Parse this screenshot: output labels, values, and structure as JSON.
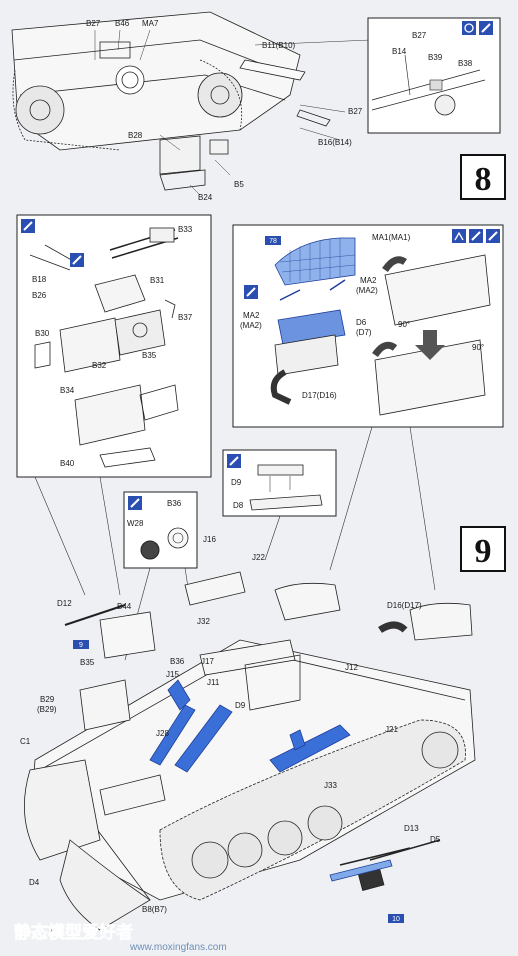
{
  "steps": {
    "step_a": "8",
    "step_b": "9"
  },
  "labels": {
    "b27_top": "B27",
    "b46": "B46",
    "ma7": "MA7",
    "b11": "B11(B10)",
    "b27_mid": "B27",
    "b16": "B16(B14)",
    "b28": "B28",
    "b5": "B5",
    "b24": "B24",
    "inset_b27": "B27",
    "inset_b14": "B14",
    "inset_b39": "B39",
    "inset_b38": "B38",
    "b33": "B33",
    "b18": "B18",
    "b26": "B26",
    "b31": "B31",
    "b30": "B30",
    "b35_box": "B35",
    "b37": "B37",
    "b32": "B32",
    "b34": "B34",
    "b40": "B40",
    "ma1": "MA1(MA1)",
    "ma2_r": "MA2",
    "ma2_r2": "(MA2)",
    "ma2_l": "MA2",
    "ma2_l2": "(MA2)",
    "d6": "D6",
    "d7": "(D7)",
    "d17": "D17(D16)",
    "deg90a": "90°",
    "deg90b": "90°",
    "d9": "D9",
    "d8": "D8",
    "b36_top": "B36",
    "w28": "W28",
    "j16": "J16",
    "j22": "J22",
    "d12": "D12",
    "b44": "B44",
    "d16d17": "D16(D17)",
    "j32": "J32",
    "j17": "J17",
    "b35": "B35",
    "b36": "B36",
    "j15": "J15",
    "j11": "J11",
    "j12": "J12",
    "b29": "B29",
    "b29b": "(B29)",
    "j28": "J28",
    "d9_lower": "D9",
    "c1": "C1",
    "j21": "J21",
    "j33": "J33",
    "d13": "D13",
    "d5": "D5",
    "d4": "D4",
    "b8": "B8(B7)",
    "tag_1": "9",
    "tag_2": "78",
    "tag_3": "10"
  },
  "watermark": {
    "cn": "静态模型爱好者",
    "url": "www.moxingfans.com"
  },
  "colors": {
    "blue": "#3a6fd8",
    "light_blue": "#7fa9e8",
    "ink": "#1a1a1a",
    "bg": "#eef0f3"
  },
  "icons": [
    "cement-icon",
    "paint-icon",
    "rotate-icon",
    "heat-icon",
    "optional-part-icon"
  ]
}
